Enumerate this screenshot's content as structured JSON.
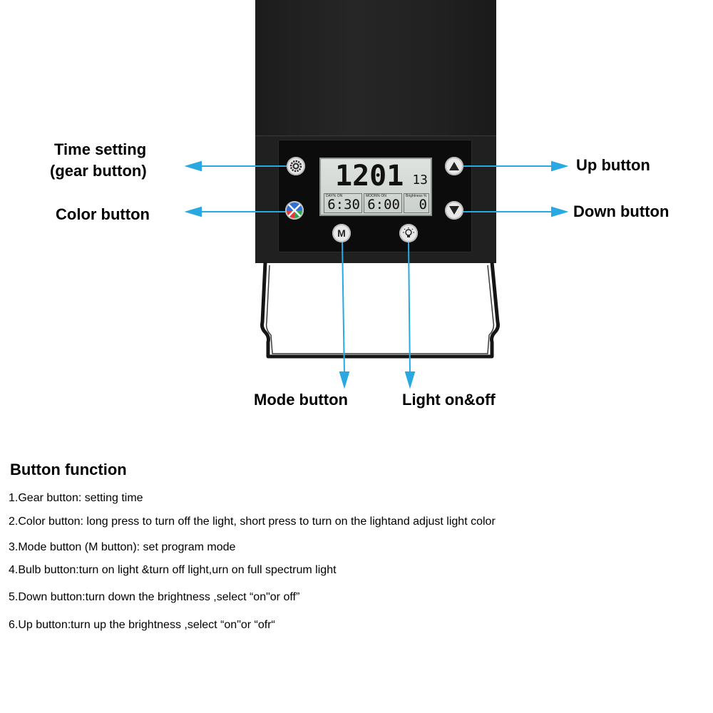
{
  "display": {
    "time": "1201",
    "seconds": "13",
    "on_time_caption": "DAY% ON",
    "on_time": "6:30",
    "moon_caption": "MOON% ON",
    "moon_time": "6:00",
    "brightness_caption": "Brightness %",
    "brightness": "0"
  },
  "buttons": {
    "mode_glyph": "M"
  },
  "callouts": {
    "time_setting_line1": "Time setting",
    "time_setting_line2": "(gear button)",
    "color": "Color button",
    "up": "Up button",
    "down": "Down button",
    "mode": "Mode button",
    "light": "Light on&off"
  },
  "functions": {
    "heading": "Button function",
    "items": [
      "1.Gear button: setting time",
      "2.Color button: long press to turn off the light, short press to turn on the lightand adjust light color",
      "3.Mode button (M button): set program mode",
      "4.Bulb button:turn on light &turn off light,urn on full spectrum light",
      "5.Down button:turn down the brightness ,select “on\"or off”",
      "6.Up button:turn up the brightness ,select “on\"or “ofr“"
    ]
  },
  "colors": {
    "arrow": "#29a9e1",
    "device": "#222222",
    "lcd": "#d6dbd8"
  }
}
